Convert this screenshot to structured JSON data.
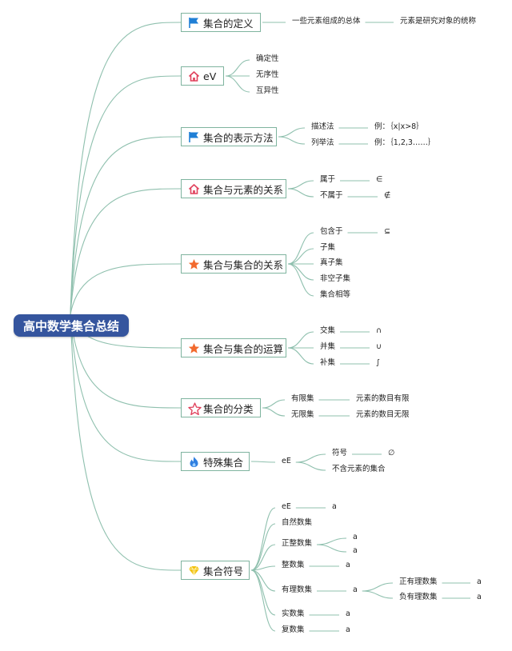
{
  "root": {
    "label": "高中数学集合总结"
  },
  "branches": [
    {
      "label": "集合的定义",
      "icon": "flag-icon",
      "children": [
        {
          "label": "一些元素组成的总体",
          "children": [
            {
              "label": "元素是研究对象的统称"
            }
          ]
        }
      ]
    },
    {
      "label": "eV",
      "icon": "house-icon",
      "children": [
        {
          "label": "确定性"
        },
        {
          "label": "无序性"
        },
        {
          "label": "互异性"
        }
      ]
    },
    {
      "label": "集合的表示方法",
      "icon": "flag-icon",
      "children": [
        {
          "label": "描述法",
          "children": [
            {
              "label": "例：｛x|x>8｝"
            }
          ]
        },
        {
          "label": "列举法",
          "children": [
            {
              "label": "例：｛1,2,3……｝"
            }
          ]
        }
      ]
    },
    {
      "label": "集合与元素的关系",
      "icon": "house-icon",
      "children": [
        {
          "label": "属于",
          "children": [
            {
              "label": "∈"
            }
          ]
        },
        {
          "label": "不属于",
          "children": [
            {
              "label": "∉"
            }
          ]
        }
      ]
    },
    {
      "label": "集合与集合的关系",
      "icon": "star-icon",
      "children": [
        {
          "label": "包含于",
          "children": [
            {
              "label": "⊆"
            }
          ]
        },
        {
          "label": "子集"
        },
        {
          "label": "真子集"
        },
        {
          "label": "非空子集"
        },
        {
          "label": "集合相等"
        }
      ]
    },
    {
      "label": "集合与集合的运算",
      "icon": "star-icon",
      "children": [
        {
          "label": "交集",
          "children": [
            {
              "label": "∩"
            }
          ]
        },
        {
          "label": "并集",
          "children": [
            {
              "label": "∪"
            }
          ]
        },
        {
          "label": "补集",
          "children": [
            {
              "label": "∫"
            }
          ]
        }
      ]
    },
    {
      "label": "集合的分类",
      "icon": "star-outline-icon",
      "children": [
        {
          "label": "有限集",
          "children": [
            {
              "label": "元素的数目有限"
            }
          ]
        },
        {
          "label": "无限集",
          "children": [
            {
              "label": "元素的数目无限"
            }
          ]
        }
      ]
    },
    {
      "label": "特殊集合",
      "icon": "flame-icon",
      "children": [
        {
          "label": "eE",
          "children": [
            {
              "label": "符号",
              "children": [
                {
                  "label": "∅"
                }
              ]
            },
            {
              "label": "不含元素的集合"
            }
          ]
        }
      ]
    },
    {
      "label": "集合符号",
      "icon": "gem-icon",
      "children": [
        {
          "label": "eE",
          "children": [
            {
              "label": "a"
            }
          ]
        },
        {
          "label": "自然数集"
        },
        {
          "label": "正整数集",
          "children": [
            {
              "label": "a"
            },
            {
              "label": "a"
            }
          ]
        },
        {
          "label": "整数集",
          "children": [
            {
              "label": "a"
            }
          ]
        },
        {
          "label": "有理数集",
          "children": [
            {
              "label": "a",
              "children": [
                {
                  "label": "正有理数集",
                  "children": [
                    {
                      "label": "a"
                    }
                  ]
                },
                {
                  "label": "负有理数集",
                  "children": [
                    {
                      "label": "a"
                    }
                  ]
                }
              ]
            }
          ]
        },
        {
          "label": "实数集",
          "children": [
            {
              "label": "a"
            }
          ]
        },
        {
          "label": "复数集",
          "children": [
            {
              "label": "a"
            }
          ]
        }
      ]
    }
  ],
  "colors": {
    "root_fill": "#35559e",
    "connector": "#8fc0ae",
    "branch_border": "#7fb49f",
    "flag_icon": "#1f7fd6",
    "house_icon": "#e0415c",
    "star_icon": "#f26a2e",
    "flame_icon": "#2f7fe0",
    "gem_icon": "#f2c20f"
  }
}
